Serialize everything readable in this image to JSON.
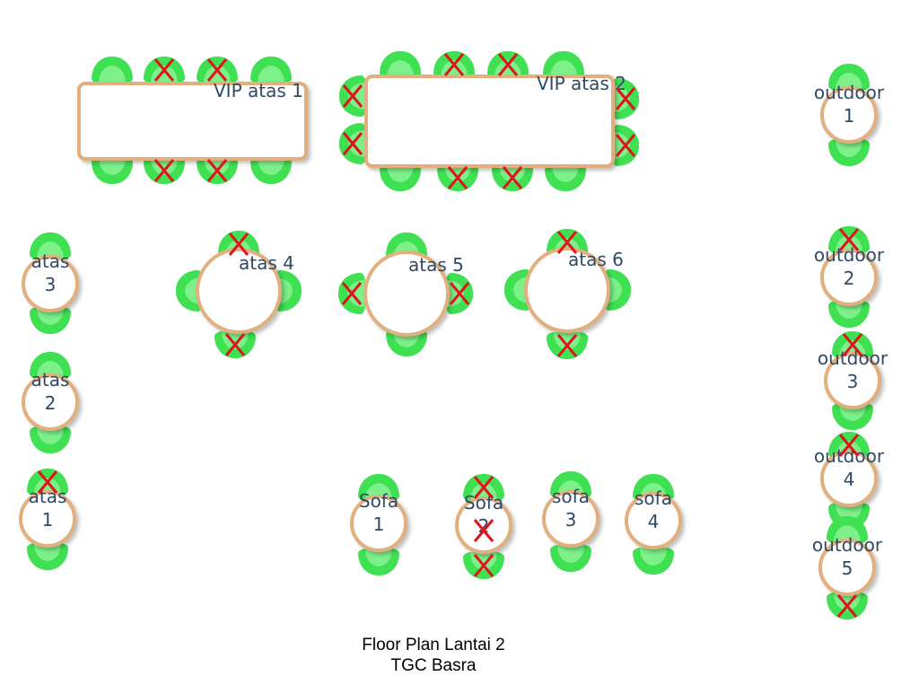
{
  "caption": {
    "line1": "Floor Plan Lantai 2",
    "line2": "TGC Basra"
  },
  "colors": {
    "chair": "#3fe052",
    "table_border": "#e2b07e",
    "reserved_mark": "#e0141a",
    "label": "#2e4a66"
  },
  "tables": [
    {
      "id": "vip-atas-1",
      "label": [
        "VIP atas 1"
      ],
      "seats_reserved": [
        false,
        true,
        true,
        false,
        false,
        true,
        true,
        false
      ]
    },
    {
      "id": "vip-atas-2",
      "label": [
        "VIP atas 2"
      ],
      "seats_reserved": [
        false,
        true,
        true,
        false,
        false,
        true,
        true,
        false,
        true,
        true,
        true,
        true
      ]
    },
    {
      "id": "outdoor-1",
      "label": [
        "outdoor",
        "1"
      ],
      "seats_reserved": [
        false,
        false
      ]
    },
    {
      "id": "outdoor-2",
      "label": [
        "outdoor",
        "2"
      ],
      "seats_reserved": [
        true,
        false
      ]
    },
    {
      "id": "outdoor-3",
      "label": [
        "outdoor",
        "3"
      ],
      "seats_reserved": [
        true,
        false
      ]
    },
    {
      "id": "outdoor-4",
      "label": [
        "outdoor",
        "4"
      ],
      "seats_reserved": [
        true,
        false
      ]
    },
    {
      "id": "outdoor-5",
      "label": [
        "outdoor",
        "5"
      ],
      "seats_reserved": [
        false,
        true
      ]
    },
    {
      "id": "atas-3",
      "label": [
        "atas",
        "3"
      ],
      "seats_reserved": [
        false,
        false
      ]
    },
    {
      "id": "atas-2",
      "label": [
        "atas",
        "2"
      ],
      "seats_reserved": [
        false,
        false
      ]
    },
    {
      "id": "atas-1",
      "label": [
        "atas",
        "1"
      ],
      "seats_reserved": [
        true,
        false
      ]
    },
    {
      "id": "atas-4",
      "label": [
        "atas 4"
      ],
      "seats_reserved": [
        true,
        true,
        false,
        false
      ]
    },
    {
      "id": "atas-5",
      "label": [
        "atas 5"
      ],
      "seats_reserved": [
        false,
        false,
        true,
        true
      ]
    },
    {
      "id": "atas-6",
      "label": [
        "atas 6"
      ],
      "seats_reserved": [
        true,
        true,
        false,
        false
      ]
    },
    {
      "id": "sofa-1",
      "label": [
        "Sofa",
        "1"
      ],
      "seats_reserved": [
        false,
        false
      ]
    },
    {
      "id": "sofa-2",
      "label": [
        "Sofa",
        "2"
      ],
      "seats_reserved": [
        true,
        true
      ],
      "table_reserved": true
    },
    {
      "id": "sofa-3",
      "label": [
        "sofa",
        "3"
      ],
      "seats_reserved": [
        false,
        false
      ]
    },
    {
      "id": "sofa-4",
      "label": [
        "sofa",
        "4"
      ],
      "seats_reserved": [
        false,
        false
      ]
    }
  ]
}
